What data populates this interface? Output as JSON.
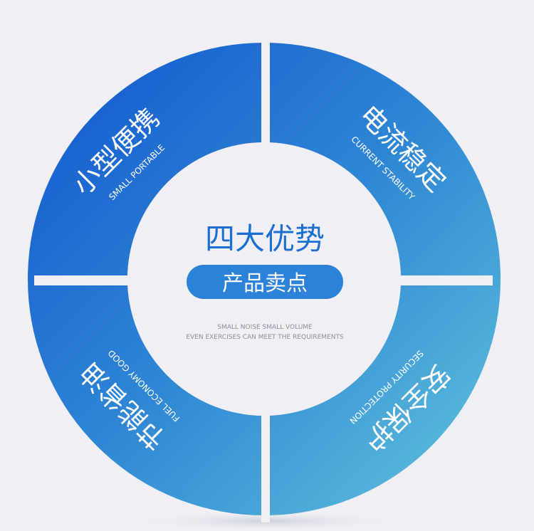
{
  "center": {
    "title": "四大优势",
    "pill": "产品卖点",
    "desc_line1": "SMALL NOISE SMALL VOLUME",
    "desc_line2": "EVEN EXERCISES CAN MEET THE REQUIREMENTS"
  },
  "quadrants": [
    {
      "id": "portable",
      "title": "小型便携",
      "subtitle": "SMALL PORTABLE"
    },
    {
      "id": "current-stability",
      "title": "电流稳定",
      "subtitle": "CURRENT STABILITY"
    },
    {
      "id": "security",
      "title": "安全保护",
      "subtitle": "SECURITY PROTECTION"
    },
    {
      "id": "fuel-economy",
      "title": "节能省油",
      "subtitle": "FUEL ECONOMY GOOD"
    }
  ],
  "colors": {
    "background": "#efeff5",
    "ring_dark": "#1a64d0",
    "ring_light": "#52b2d8",
    "title": "#1a6fd0",
    "pill": "#2c82d8",
    "desc": "#8a8f98"
  }
}
